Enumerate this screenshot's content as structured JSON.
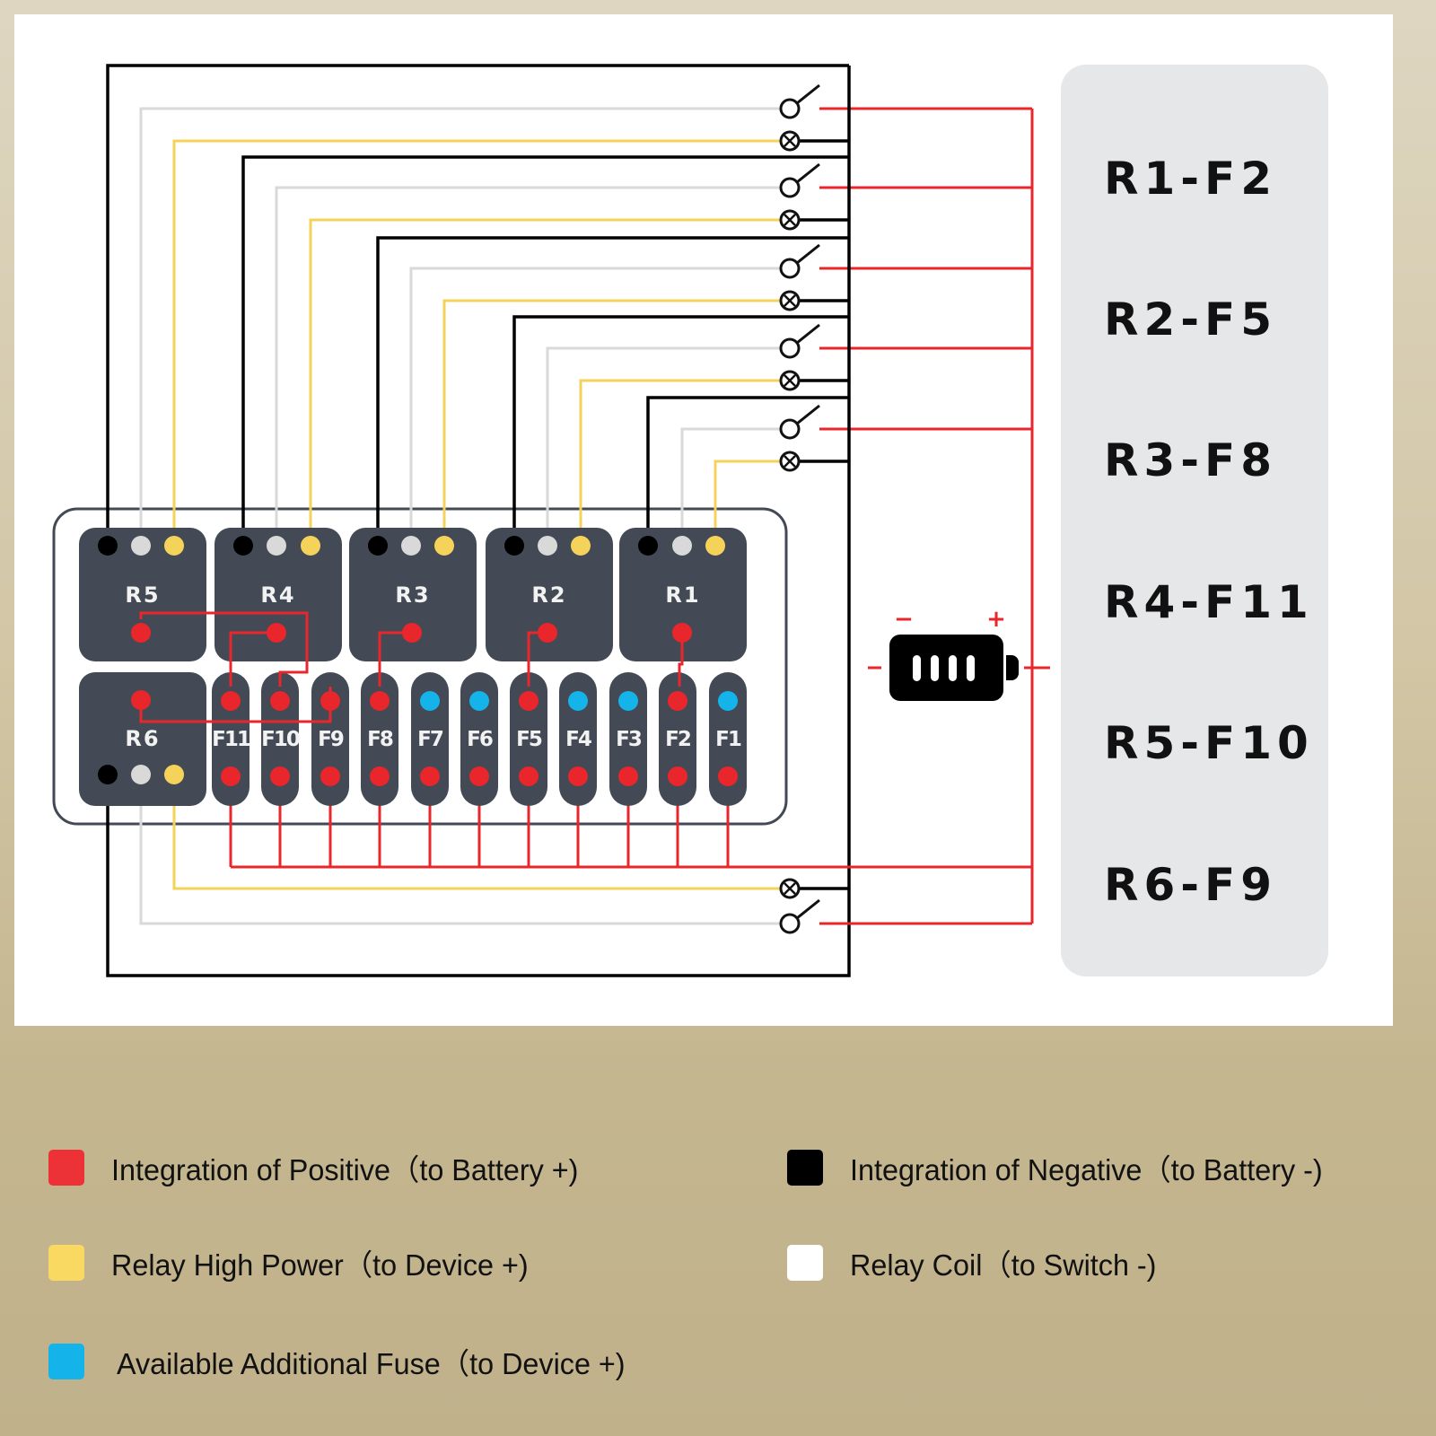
{
  "colors": {
    "positive": "#e8262b",
    "negative": "#000000",
    "high_power": "#f5d35a",
    "coil": "#d9d9d9",
    "available_fuse": "#14b4ea",
    "module_body": "#434a55",
    "mapping_card": "#e6e7e9"
  },
  "fuse_box": {
    "relays": [
      {
        "id": "R5",
        "label": "R5"
      },
      {
        "id": "R4",
        "label": "R4"
      },
      {
        "id": "R3",
        "label": "R3"
      },
      {
        "id": "R2",
        "label": "R2"
      },
      {
        "id": "R1",
        "label": "R1"
      },
      {
        "id": "R6",
        "label": "R6"
      }
    ],
    "fuses": [
      {
        "id": "F11",
        "label": "F11",
        "top_pin": "positive"
      },
      {
        "id": "F10",
        "label": "F10",
        "top_pin": "positive"
      },
      {
        "id": "F9",
        "label": "F9",
        "top_pin": "positive"
      },
      {
        "id": "F8",
        "label": "F8",
        "top_pin": "positive"
      },
      {
        "id": "F7",
        "label": "F7",
        "top_pin": "available"
      },
      {
        "id": "F6",
        "label": "F6",
        "top_pin": "available"
      },
      {
        "id": "F5",
        "label": "F5",
        "top_pin": "positive"
      },
      {
        "id": "F4",
        "label": "F4",
        "top_pin": "available"
      },
      {
        "id": "F3",
        "label": "F3",
        "top_pin": "available"
      },
      {
        "id": "F2",
        "label": "F2",
        "top_pin": "positive"
      },
      {
        "id": "F1",
        "label": "F1",
        "top_pin": "available"
      }
    ]
  },
  "battery": {
    "negative_symbol": "−",
    "positive_symbol": "+"
  },
  "relay_fuse_mapping": [
    {
      "text": "R1-F2"
    },
    {
      "text": "R2-F5"
    },
    {
      "text": "R3-F8"
    },
    {
      "text": "R4-F11"
    },
    {
      "text": "R5-F10"
    },
    {
      "text": "R6-F9"
    }
  ],
  "legend": [
    {
      "key": "positive",
      "label": "Integration of Positive（to Battery +)"
    },
    {
      "key": "negative",
      "label": "Integration of Negative（to Battery -)"
    },
    {
      "key": "high_power",
      "label": "Relay High Power（to Device +)"
    },
    {
      "key": "coil",
      "label": "Relay Coil（to Switch -)"
    },
    {
      "key": "available",
      "label": "Available Additional Fuse（to Device +)"
    }
  ]
}
